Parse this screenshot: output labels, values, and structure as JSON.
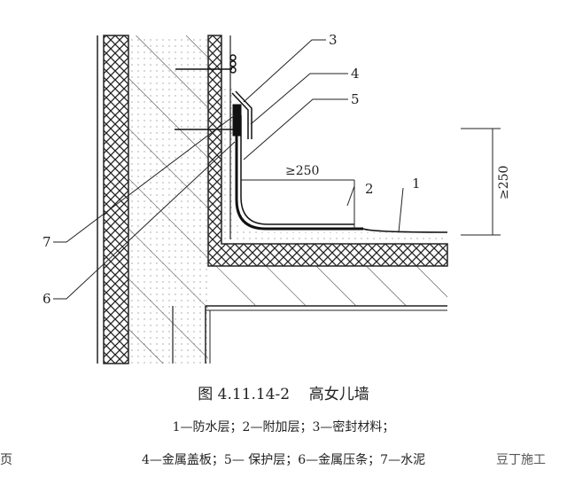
{
  "figure": {
    "title": "图 4.11.14-2    高女儿墙",
    "legend_line1": "1—防水层；2—附加层；3—密封材料；",
    "legend_line2": "4—金属盖板；5— 保护层；6—金属压条；7—水泥",
    "edge_char": "页",
    "watermark": "豆丁施工"
  },
  "labels": {
    "l1": "1",
    "l2": "2",
    "l3": "3",
    "l4": "4",
    "l5": "5",
    "l6": "6",
    "l7": "7"
  },
  "dimensions": {
    "horizontal": "≥250",
    "vertical": "≥250"
  }
}
